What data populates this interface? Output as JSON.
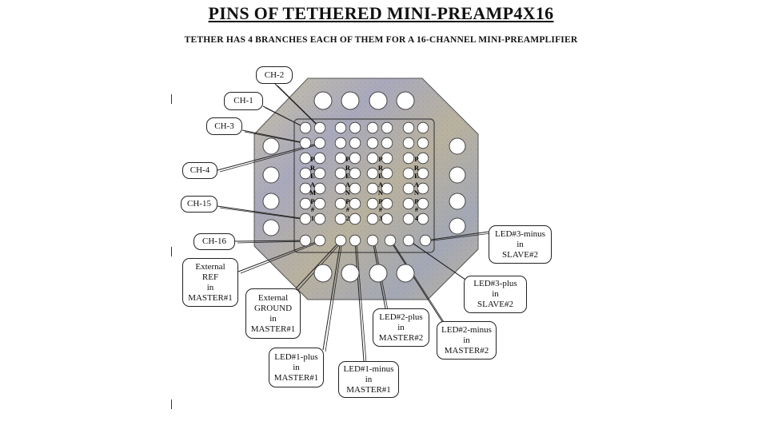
{
  "title": "PINS OF TETHERED MINI-PREAMP4X16",
  "subtitle": "TETHER HAS 4 BRANCHES EACH OF THEM FOR A 16-CHANNEL MINI-PREAMPLIFIER",
  "preamp_labels": [
    {
      "letters": [
        "P",
        "R",
        "E",
        "A",
        "M",
        "P",
        "#",
        "1"
      ]
    },
    {
      "letters": [
        "P",
        "R",
        "E",
        "A",
        "N",
        "P",
        "#",
        "2"
      ]
    },
    {
      "letters": [
        "P",
        "R",
        "E",
        "A",
        "N",
        "P",
        "#",
        "3"
      ]
    },
    {
      "letters": [
        "P",
        "R",
        "E",
        "A",
        "N",
        "P",
        "#",
        "4"
      ]
    }
  ],
  "callouts": [
    {
      "id": "ch-2",
      "lines": [
        "CH-2"
      ]
    },
    {
      "id": "ch-1",
      "lines": [
        "CH-1"
      ]
    },
    {
      "id": "ch-3",
      "lines": [
        "CH-3"
      ]
    },
    {
      "id": "ch-4",
      "lines": [
        "CH-4"
      ]
    },
    {
      "id": "ch-15",
      "lines": [
        "CH-15"
      ]
    },
    {
      "id": "ch-16",
      "lines": [
        "CH-16"
      ]
    },
    {
      "id": "ext-ref",
      "lines": [
        "External",
        "REF",
        "in",
        "MASTER#1"
      ]
    },
    {
      "id": "ext-ground",
      "lines": [
        "External",
        "GROUND",
        "in",
        "MASTER#1"
      ]
    },
    {
      "id": "led1-plus",
      "lines": [
        "LED#1-plus",
        "in",
        "MASTER#1"
      ]
    },
    {
      "id": "led1-minus",
      "lines": [
        "LED#1-minus",
        "in",
        "MASTER#1"
      ]
    },
    {
      "id": "led2-plus",
      "lines": [
        "LED#2-plus",
        "in",
        "MASTER#2"
      ]
    },
    {
      "id": "led2-minus",
      "lines": [
        "LED#2-minus",
        "in",
        "MASTER#2"
      ]
    },
    {
      "id": "led3-plus",
      "lines": [
        "LED#3-plus",
        "in",
        "SLAVE#2"
      ]
    },
    {
      "id": "led3-minus",
      "lines": [
        "LED#3-minus",
        "in",
        "SLAVE#2"
      ]
    }
  ],
  "colors": {
    "ink": "#111111",
    "board_a": "#b7b8a8",
    "board_b": "#a9a4bd",
    "board_c": "#c3b59e"
  }
}
